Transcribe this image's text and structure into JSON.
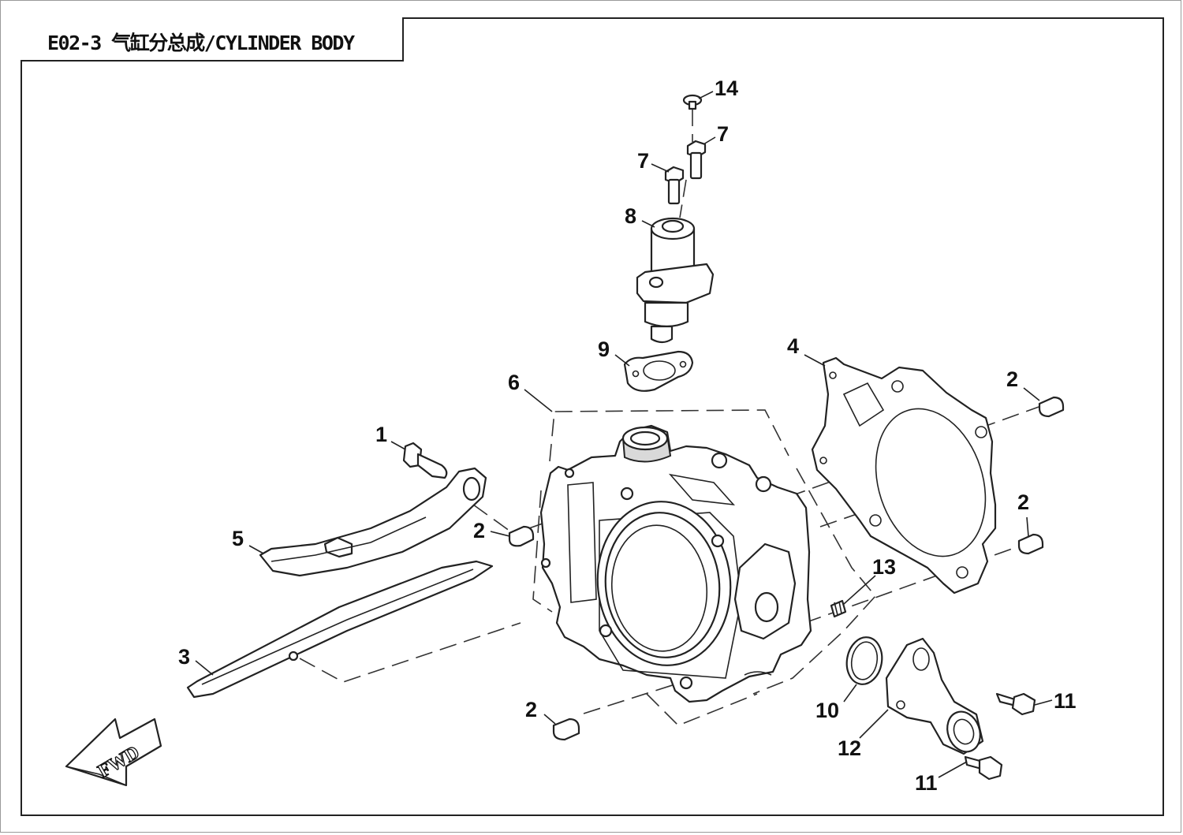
{
  "title": "E02-3 气缸分总成/CYLINDER BODY",
  "direction_marker": "FWD",
  "callouts": {
    "c14": "14",
    "c7a": "7",
    "c7b": "7",
    "c8": "8",
    "c9": "9",
    "c4": "4",
    "c6": "6",
    "c1": "1",
    "c2a": "2",
    "c2b": "2",
    "c2c": "2",
    "c2d": "2",
    "c5": "5",
    "c13": "13",
    "c3": "3",
    "c10": "10",
    "c12": "12",
    "c11a": "11",
    "c11b": "11"
  }
}
